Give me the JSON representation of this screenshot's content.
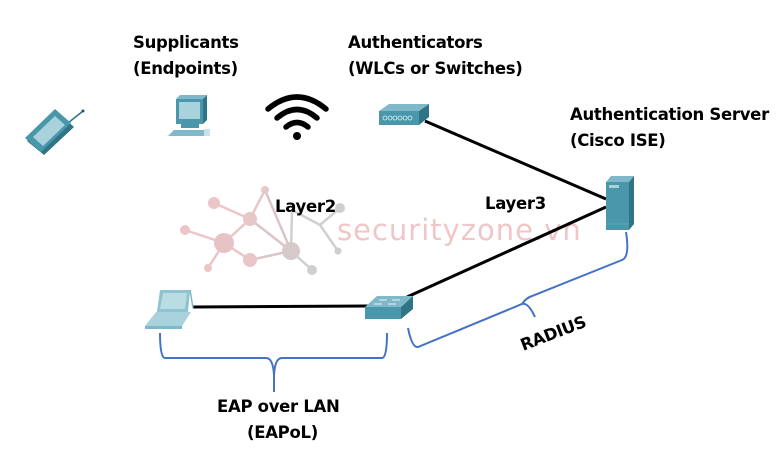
{
  "labels": {
    "supplicants_line1": "Supplicants",
    "supplicants_line2": "(Endpoints)",
    "authenticators_line1": "Authenticators",
    "authenticators_line2": "(WLCs or Switches)",
    "auth_server_line1": "Authentication Server",
    "auth_server_line2": "(Cisco ISE)",
    "layer2": "Layer2",
    "layer3": "Layer3",
    "radius": "RADIUS",
    "eapol_line1": "EAP over LAN",
    "eapol_line2": "(EAPoL)"
  },
  "watermark": "securityzone.vn",
  "icons": {
    "mobile": "pda-phone-icon",
    "desktop": "desktop-pc-icon",
    "wifi": "wifi-icon",
    "wlc": "wireless-lan-controller-icon",
    "server": "server-icon",
    "laptop": "laptop-icon",
    "switch": "switch-icon",
    "watermark_graphic": "network-graph-logo-icon"
  },
  "colors": {
    "device": "#4a97ab",
    "device_dark": "#2f7487",
    "device_light": "#a9d2dd",
    "link": "#000000",
    "bracket": "#4472c4",
    "watermark": "#f0c6c8"
  }
}
